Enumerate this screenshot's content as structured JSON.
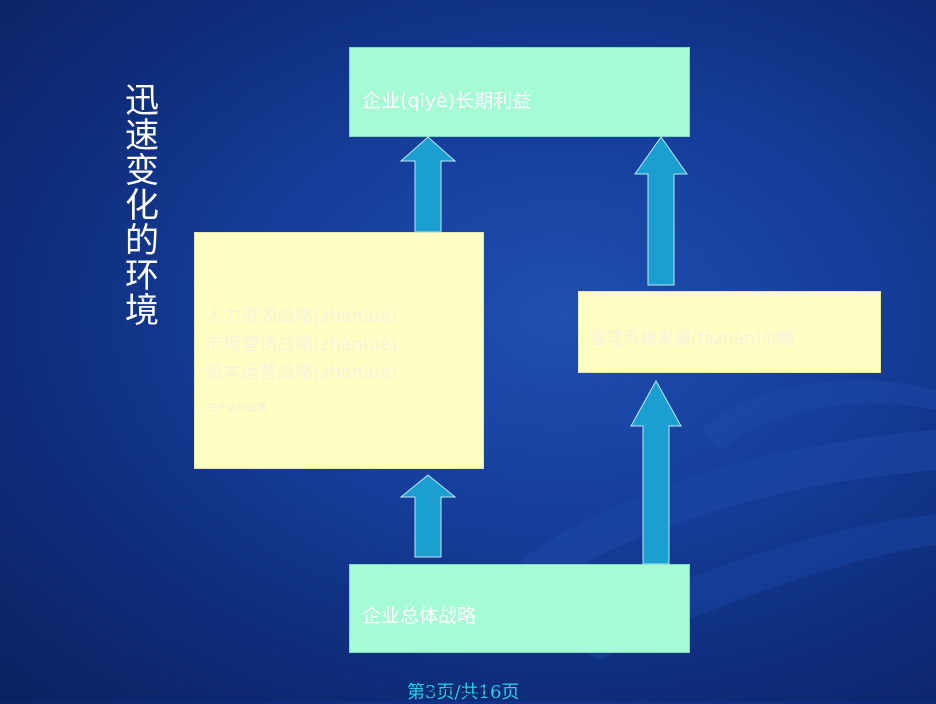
{
  "vertical_title": [
    "迅",
    "速",
    "变",
    "化",
    "的",
    "环",
    "境"
  ],
  "boxes": {
    "top": "企业(qǐyè)长期利益",
    "bottom": "企业总体战略",
    "right": "管理系统发展(fāzhǎn)战略",
    "left_lines": [
      "人力资源战略(zhànlüè)",
      "市场营销战略(zhànlüè)",
      "资本运营战略(zhànlüè)"
    ],
    "left_small": "生产运作战略"
  },
  "footer": {
    "page": "第3页/共16页",
    "overlay": "第3页/共16页"
  },
  "colors": {
    "green_box": "#a4fbd4",
    "yellow_box": "#ffffc4",
    "arrow": "#1a9fd0",
    "background": "#163f9c"
  }
}
